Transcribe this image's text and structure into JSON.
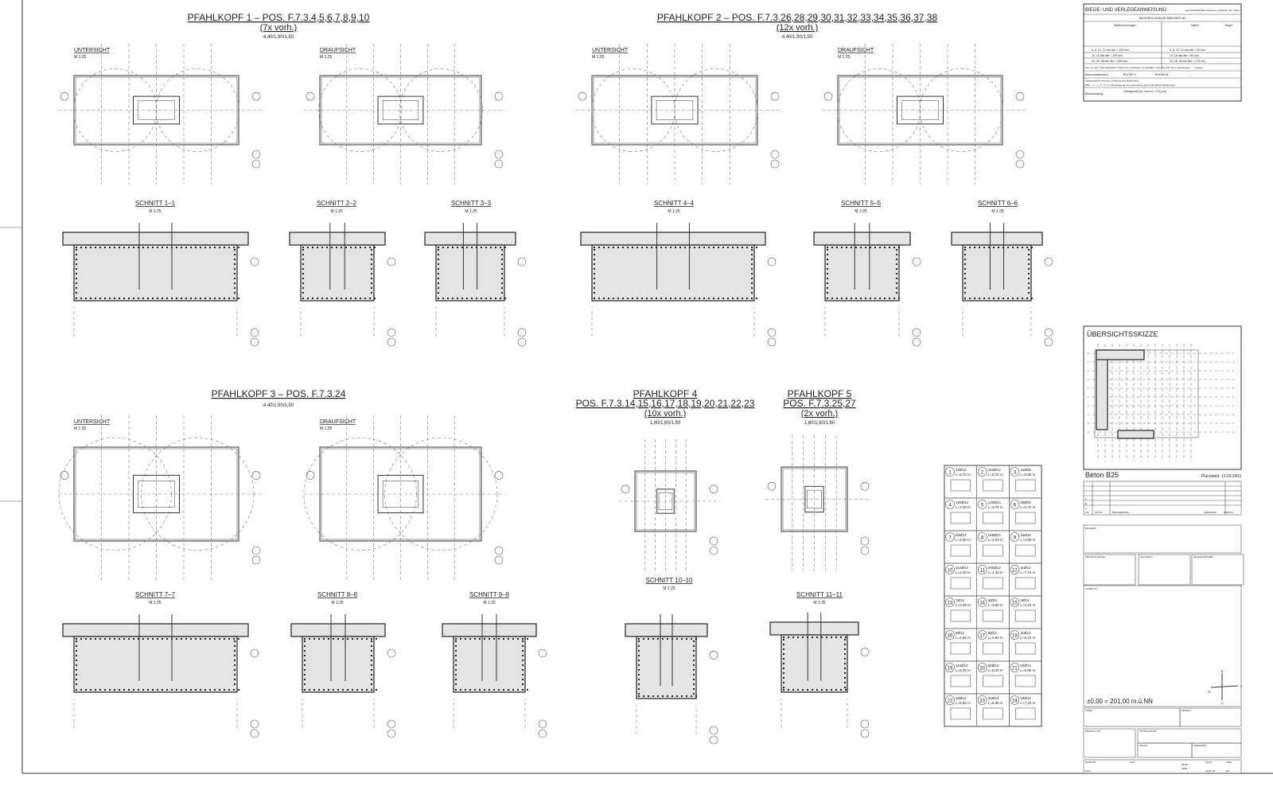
{
  "drawing": {
    "pile_caps": [
      {
        "title": "PFAHLKOPF 1 – POS. F.7.3.4,5,6,7,8,9,10",
        "count": "(7x vorh.)",
        "dims": "4,40/1,90/1,50"
      },
      {
        "title": "PFAHLKOPF 2 – POS. F.7.3.26,28,29,30,31,32,33,34,35,36,37,38",
        "count": "(12x vorh.)",
        "dims": "4,40/1,90/1,50"
      },
      {
        "title": "PFAHLKOPF 3 – POS. F.7.3.24",
        "count": "",
        "dims": "4,40/1,90/1,50"
      },
      {
        "title": "PFAHLKOPF 4",
        "subtitle": "POS. F.7.3.14,15,16,17,18,19,20,21,22,23",
        "count": "(10x vorh.)",
        "dims": "1,60/1,60/1,50"
      },
      {
        "title": "PFAHLKOPF 5",
        "subtitle": "POS. F.7.3.25,27",
        "count": "(2x vorh.)",
        "dims": "1,60/1,60/1,60"
      }
    ],
    "view_labels": {
      "bottom": "UNTERSICHT",
      "top": "DRAUFSICHT",
      "scale": "M 1:25"
    },
    "sections": [
      "SCHNITT 1–1",
      "SCHNITT 2–2",
      "SCHNITT 3–3",
      "SCHNITT 4–4",
      "SCHNITT 5–5",
      "SCHNITT 6–6",
      "SCHNITT 7–7",
      "SCHNITT 8–8",
      "SCHNITT 9–9",
      "SCHNITT 10–10",
      "SCHNITT 11–11"
    ],
    "bar_schedule": [
      {
        "no": "1",
        "qty": "42Ø12",
        "len": "L=6,72 m"
      },
      {
        "no": "2",
        "qty": "153Ø12",
        "len": "L=8,00 m"
      },
      {
        "no": "3",
        "qty": "24Ø28",
        "len": "L=5,90 m"
      },
      {
        "no": "4",
        "qty": "160Ø12",
        "len": "L=3,40 m"
      },
      {
        "no": "5",
        "qty": "140Ø14",
        "len": "L=3,70 m"
      },
      {
        "no": "6",
        "qty": "80Ø20",
        "len": "L=5,70 m"
      },
      {
        "no": "7",
        "qty": "60Ø14",
        "len": "L=4,90 m"
      },
      {
        "no": "8",
        "qty": "240Ø12",
        "len": "L=4,00 m"
      },
      {
        "no": "9",
        "qty": "16Ø12",
        "len": "L=4,90 m"
      },
      {
        "no": "10",
        "qty": "312Ø12",
        "len": "L=4,30 m"
      },
      {
        "no": "11",
        "qty": "200Ø12",
        "len": "L=1,40 m"
      },
      {
        "no": "12",
        "qty": "11Ø12",
        "len": "L=7,72 m"
      },
      {
        "no": "13",
        "qty": "7Ø12",
        "len": "L=0,00 m"
      },
      {
        "no": "14",
        "qty": "4Ø28",
        "len": "L=3,80 m"
      },
      {
        "no": "15",
        "qty": "4Ø12",
        "len": "L=3,10 m"
      },
      {
        "no": "16",
        "qty": "8Ø12",
        "len": "L=2,65 m"
      },
      {
        "no": "17",
        "qty": "8Ø12",
        "len": "L=2,60 m"
      },
      {
        "no": "18",
        "qty": "11Ø12",
        "len": "L=6,72 m"
      },
      {
        "no": "19",
        "qty": "110Ø12",
        "len": "L=6,06 m"
      },
      {
        "no": "20",
        "qty": "80Ø12",
        "len": "L=6,20 m"
      },
      {
        "no": "21",
        "qty": "20Ø14",
        "len": "L=5,66 m"
      },
      {
        "no": "22",
        "qty": "26Ø12",
        "len": "L=6,92 m"
      },
      {
        "no": "23",
        "qty": "35Ø12",
        "len": "L=6,88 m"
      },
      {
        "no": "24",
        "qty": "18Ø12",
        "len": "L=7,40 m"
      }
    ]
  },
  "bending_table": {
    "title": "BIEGE- UND VERLEGEANWEISUNG",
    "ref": "nach Merkblatt Betondeckung ( Fassung Jan. 1997 )",
    "subtitle": "BIEGEROLLENDURCHMESSER dbr",
    "col1": "Stabkrümmungen",
    "col2": "Haken",
    "col3": "Bügel",
    "rows_left": [
      "6, 8, 10, 12   min dbr = 150 mm",
      "14, 16   min dbr = 240 mm",
      "20, 25, 28   min dbr = 325 mm"
    ],
    "rows_right": [
      "6, 8, 10, 12   min dbr = 40 mm",
      "14, 16   min dbr = 84 mm",
      "20, 25, 28   min dbr = 175 mm"
    ],
    "note": "*Wert von dbr = 15ds abgewichen (möglich bzw. erforderlich in Sonderfällen, siehe DIN 1045, 18.3), Abweichungen ...... angeben",
    "steel_label": "Betonstahlsorte(n)",
    "steel_values": [
      "BSt 500 S",
      "BSt 500 M",
      "......"
    ],
    "spacer_label": "Abstandhalter zwischen Schalung und Bewehrung",
    "spacer_value": "DBV – C – L / F / T / A / d (Festlegung und Unterteilung durch die örtliche Bauleitung)",
    "cover_label": "Betondeckung",
    "cover_value": "Verlegemaß (s): nom cv = 5,0 (cm)"
  },
  "overview": {
    "title": "ÜBERSICHTSSKIZZE"
  },
  "title_block": {
    "concrete": "Beton B25",
    "plan_date": "Planstand: 13.03.2003",
    "rev_rows": [
      "C",
      "B",
      "A"
    ],
    "rev_header": [
      "IND.",
      "DATUM",
      "BESCHREIBUNG",
      "GEZEICHNET",
      "GEPRÜFT"
    ],
    "bauherr": "BAUHERR",
    "fields1": [
      "GESAMTPLANUNG",
      "ARCHITEKT",
      "DESIGN PARTNER"
    ],
    "lageplan": "LAGEPLAN",
    "elevation": "±0,00 = 201,00 m.ü.NN",
    "compass": [
      "N",
      "E",
      "S",
      "W"
    ],
    "fields2": [
      "KUNDE",
      "PROJEKT"
    ],
    "fields3": [
      "ERSTELLT VON",
      "PROJEKT PHASE",
      "ZEICHN.",
      "GEZEICHNET"
    ],
    "fields4": [
      "MASSSTAB",
      "TITEL",
      "DATUM",
      "NAME",
      "BEARB.",
      "GEZEI.",
      "BLATT",
      "ZEICH.-NR.",
      "IND."
    ]
  }
}
